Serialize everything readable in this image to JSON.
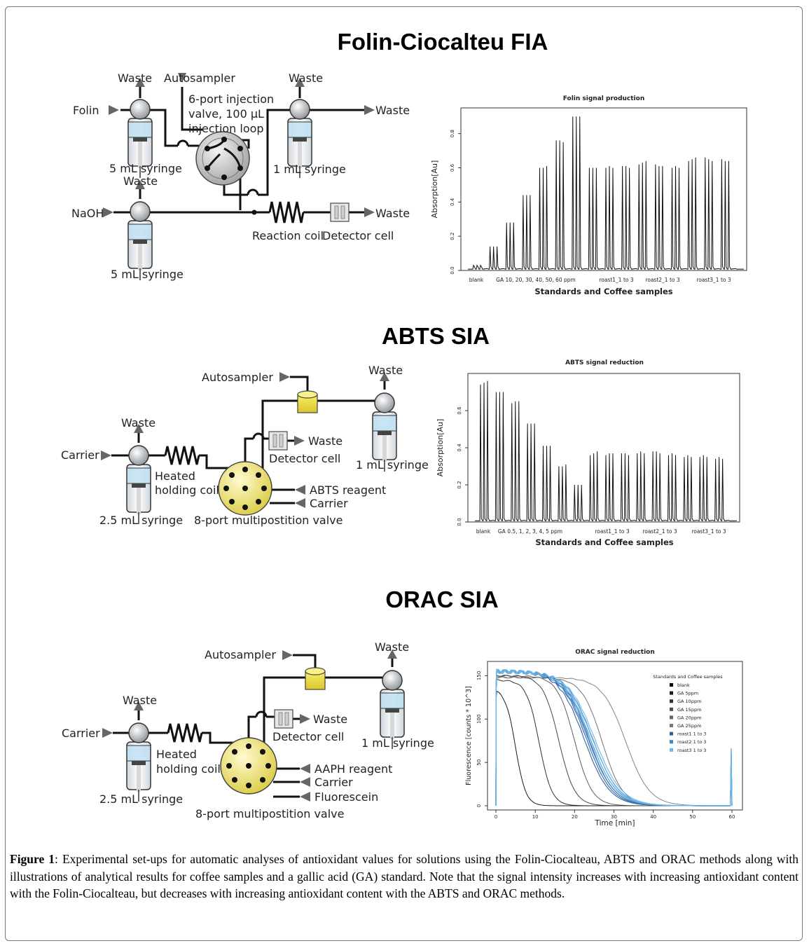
{
  "sections": {
    "folin_title": "Folin-Ciocalteu FIA",
    "abts_title": "ABTS SIA",
    "orac_title": "ORAC SIA"
  },
  "folin_setup": {
    "labels": {
      "waste_left": "Waste",
      "autosampler": "Autosampler",
      "waste_right_top": "Waste",
      "folin": "Folin",
      "valve_line1": "6-port injection",
      "valve_line2": "valve, 100 µL",
      "valve_line3": "injection loop",
      "waste_out_top": "Waste",
      "syringe_5ml_top": "5 mL syringe",
      "syringe_1ml": "1 mL syringe",
      "waste_mid": "Waste",
      "naoh": "NaOH",
      "waste_out_bottom": "Waste",
      "reaction_coil": "Reaction coil",
      "detector_cell": "Detector cell",
      "syringe_5ml_bottom": "5 mL syringe"
    }
  },
  "abts_setup": {
    "labels": {
      "autosampler": "Autosampler",
      "waste_top": "Waste",
      "waste_left": "Waste",
      "carrier_in": "Carrier",
      "heated_line1": "Heated",
      "heated_line2": "holding coil",
      "waste_detector": "Waste",
      "detector_cell": "Detector cell",
      "syringe_1ml": "1 mL syringe",
      "reagent": "ABTS reagent",
      "carrier_port": "Carrier",
      "syringe_25": "2.5 mL syringe",
      "valve": "8-port multipostition valve"
    }
  },
  "orac_setup": {
    "labels": {
      "autosampler": "Autosampler",
      "waste_top": "Waste",
      "waste_left": "Waste",
      "carrier_in": "Carrier",
      "heated_line1": "Heated",
      "heated_line2": "holding coil",
      "waste_detector": "Waste",
      "detector_cell": "Detector cell",
      "syringe_1ml": "1 mL syringe",
      "reagent": "AAPH reagent",
      "carrier_port": "Carrier",
      "fluorescein": "Fluorescein",
      "syringe_25": "2.5 mL syringe",
      "valve": "8-port multipostition valve"
    }
  },
  "chart_data": [
    {
      "type": "line",
      "title": "Folin signal production",
      "xlabel": "Standards and Coffee samples",
      "ylabel": "Absorption[Au]",
      "ylim": [
        0,
        0.95
      ],
      "yticks": [
        "0.0",
        "0.2",
        "0.4",
        "0.6",
        "0.8"
      ],
      "ytick_values": [
        0,
        0.2,
        0.4,
        0.6,
        0.8
      ],
      "xtick_labels": [
        "blank",
        "GA 10, 20, 30, 40, 50, 60 ppm",
        "roast1_1 to 3",
        "roast2_1 to 3",
        "roast3_1 to 3"
      ],
      "peak_groups": [
        {
          "label": "blank",
          "heights": [
            0.03,
            0.03,
            0.03
          ]
        },
        {
          "label": "GA 10",
          "heights": [
            0.14,
            0.14,
            0.14
          ]
        },
        {
          "label": "GA 20",
          "heights": [
            0.28,
            0.28,
            0.28
          ]
        },
        {
          "label": "GA 30",
          "heights": [
            0.44,
            0.44,
            0.44
          ]
        },
        {
          "label": "GA 40",
          "heights": [
            0.6,
            0.6,
            0.61
          ]
        },
        {
          "label": "GA 50",
          "heights": [
            0.76,
            0.76,
            0.75
          ]
        },
        {
          "label": "GA 60",
          "heights": [
            0.9,
            0.9,
            0.9
          ]
        },
        {
          "label": "roast1_1",
          "heights": [
            0.6,
            0.6,
            0.6
          ]
        },
        {
          "label": "roast1_2",
          "heights": [
            0.6,
            0.61,
            0.6
          ]
        },
        {
          "label": "roast1_3",
          "heights": [
            0.61,
            0.61,
            0.6
          ]
        },
        {
          "label": "roast2_1",
          "heights": [
            0.62,
            0.63,
            0.64
          ]
        },
        {
          "label": "roast2_2",
          "heights": [
            0.62,
            0.61,
            0.61
          ]
        },
        {
          "label": "roast2_3",
          "heights": [
            0.6,
            0.61,
            0.6
          ]
        },
        {
          "label": "roast3_1",
          "heights": [
            0.64,
            0.65,
            0.66
          ]
        },
        {
          "label": "roast3_2",
          "heights": [
            0.66,
            0.65,
            0.64
          ]
        },
        {
          "label": "roast3_3",
          "heights": [
            0.65,
            0.64,
            0.64
          ]
        }
      ]
    },
    {
      "type": "line",
      "title": "ABTS signal reduction",
      "xlabel": "Standards and Coffee samples",
      "ylabel": "Absorption[Au]",
      "ylim": [
        0,
        0.8
      ],
      "yticks": [
        "0.0",
        "0.2",
        "0.4",
        "0.6"
      ],
      "ytick_values": [
        0,
        0.2,
        0.4,
        0.6
      ],
      "xtick_labels": [
        "blank",
        "GA 0.5, 1, 2, 3, 4, 5 ppm",
        "roast1_1 to 3",
        "roast2_1 to 3",
        "roast3_1 to 3"
      ],
      "peak_groups": [
        {
          "label": "blank",
          "heights": [
            0.74,
            0.75,
            0.76
          ]
        },
        {
          "label": "GA 0.5",
          "heights": [
            0.7,
            0.7,
            0.7
          ]
        },
        {
          "label": "GA 1",
          "heights": [
            0.64,
            0.65,
            0.65
          ]
        },
        {
          "label": "GA 2",
          "heights": [
            0.53,
            0.53,
            0.53
          ]
        },
        {
          "label": "GA 3",
          "heights": [
            0.41,
            0.41,
            0.41
          ]
        },
        {
          "label": "GA 4",
          "heights": [
            0.3,
            0.3,
            0.31
          ]
        },
        {
          "label": "GA 5",
          "heights": [
            0.2,
            0.2,
            0.2
          ]
        },
        {
          "label": "roast1_1",
          "heights": [
            0.36,
            0.37,
            0.38
          ]
        },
        {
          "label": "roast1_2",
          "heights": [
            0.36,
            0.37,
            0.37
          ]
        },
        {
          "label": "roast1_3",
          "heights": [
            0.37,
            0.37,
            0.36
          ]
        },
        {
          "label": "roast2_1",
          "heights": [
            0.37,
            0.38,
            0.37
          ]
        },
        {
          "label": "roast2_2",
          "heights": [
            0.38,
            0.38,
            0.37
          ]
        },
        {
          "label": "roast2_3",
          "heights": [
            0.36,
            0.37,
            0.36
          ]
        },
        {
          "label": "roast3_1",
          "heights": [
            0.35,
            0.36,
            0.35
          ]
        },
        {
          "label": "roast3_2",
          "heights": [
            0.35,
            0.36,
            0.35
          ]
        },
        {
          "label": "roast3_3",
          "heights": [
            0.34,
            0.35,
            0.34
          ]
        }
      ]
    },
    {
      "type": "line",
      "title": "ORAC signal reduction",
      "xlabel": "Time [min]",
      "ylabel": "Fluorescence [counts * 10^3]",
      "xlim": [
        0,
        62
      ],
      "ylim": [
        0,
        160
      ],
      "xticks": [
        0,
        10,
        20,
        30,
        40,
        50,
        60
      ],
      "yticks": [
        0,
        50,
        100,
        150
      ],
      "legend_title": "Standards and Coffee samples",
      "legend_position": "top-right",
      "series": [
        {
          "name": "blank",
          "color": "#000000",
          "start": 135,
          "midpoint": 5,
          "width": 1.3
        },
        {
          "name": "GA 5ppm",
          "color": "#1a1a1a",
          "start": 145,
          "midpoint": 11,
          "width": 1.6
        },
        {
          "name": "GA 10ppm",
          "color": "#333333",
          "start": 150,
          "midpoint": 16,
          "width": 2.0
        },
        {
          "name": "GA 15ppm",
          "color": "#4d4d4d",
          "start": 150,
          "midpoint": 20,
          "width": 2.2
        },
        {
          "name": "GA 20ppm",
          "color": "#666666",
          "start": 148,
          "midpoint": 27,
          "width": 2.6
        },
        {
          "name": "GA 25ppm",
          "color": "#777777",
          "start": 148,
          "midpoint": 33,
          "width": 3.0
        },
        {
          "name": "roast1 1 to 3",
          "color": "#2e5f9e",
          "start": 155,
          "midpoint": 23,
          "width": 3.2
        },
        {
          "name": "roast2 1 to 3",
          "color": "#3d86c6",
          "start": 155,
          "midpoint": 24,
          "width": 3.3
        },
        {
          "name": "roast3 1 to 3",
          "color": "#6cb6e8",
          "start": 155,
          "midpoint": 24.5,
          "width": 3.4
        }
      ]
    }
  ],
  "caption": {
    "label": "Figure 1",
    "text": ": Experimental set-ups for automatic analyses of antioxidant values for solutions using the Folin-Ciocalteau, ABTS and ORAC methods along with illustrations of analytical results for coffee samples and a gallic acid (GA) standard. Note that the signal intensity increases with increasing antioxidant content with the Folin-Ciocalteau, but decreases with increasing antioxidant content with the ABTS and ORAC methods."
  }
}
